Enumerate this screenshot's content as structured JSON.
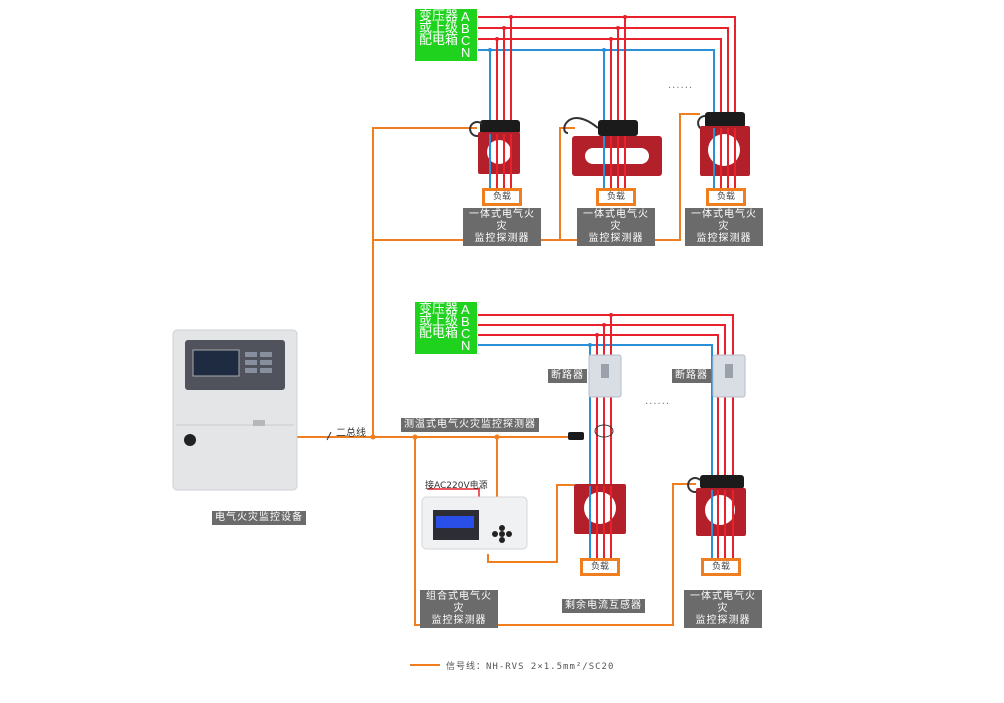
{
  "colors": {
    "phase_line": "#e8212a",
    "neutral_line": "#2a8fd6",
    "signal_line": "#f07d1e",
    "source_box": "#1ed21e",
    "label_bg": "#6b6b6b",
    "sensor_red": "#b3202a"
  },
  "top_section": {
    "source": {
      "lines": [
        "变压器",
        "或上级",
        "配电箱"
      ],
      "phases": [
        "A",
        "B",
        "C",
        "N"
      ]
    },
    "detectors": [
      {
        "load_label": "负载",
        "caption": [
          "一体式电气火灾",
          "监控探测器"
        ]
      },
      {
        "load_label": "负载",
        "caption": [
          "一体式电气火灾",
          "监控探测器"
        ]
      },
      {
        "load_label": "负载",
        "caption": [
          "一体式电气火灾",
          "监控探测器"
        ]
      }
    ],
    "ellipsis": "......"
  },
  "bottom_section": {
    "source": {
      "lines": [
        "变压器",
        "或上级",
        "配电箱"
      ],
      "phases": [
        "A",
        "B",
        "C",
        "N"
      ]
    },
    "breakers": [
      {
        "label": "断路器"
      },
      {
        "label": "断路器"
      }
    ],
    "ellipsis": "......",
    "temp_detector_label": "测温式电气火灾监控探测器",
    "power_label": "接AC220V电源",
    "combo_detector_caption": [
      "组合式电气火灾",
      "监控探测器"
    ],
    "residual_ct_caption": "剩余电流互感器",
    "residual_load_label": "负载",
    "integrated_detector": {
      "load_label": "负载",
      "caption": [
        "一体式电气火灾",
        "监控探测器"
      ]
    }
  },
  "host": {
    "caption": "电气火灾监控设备",
    "bus_label": "二总线"
  },
  "legend": {
    "signal_line_text": "信号线：NH-RVS 2×1.5mm²/SC20"
  }
}
